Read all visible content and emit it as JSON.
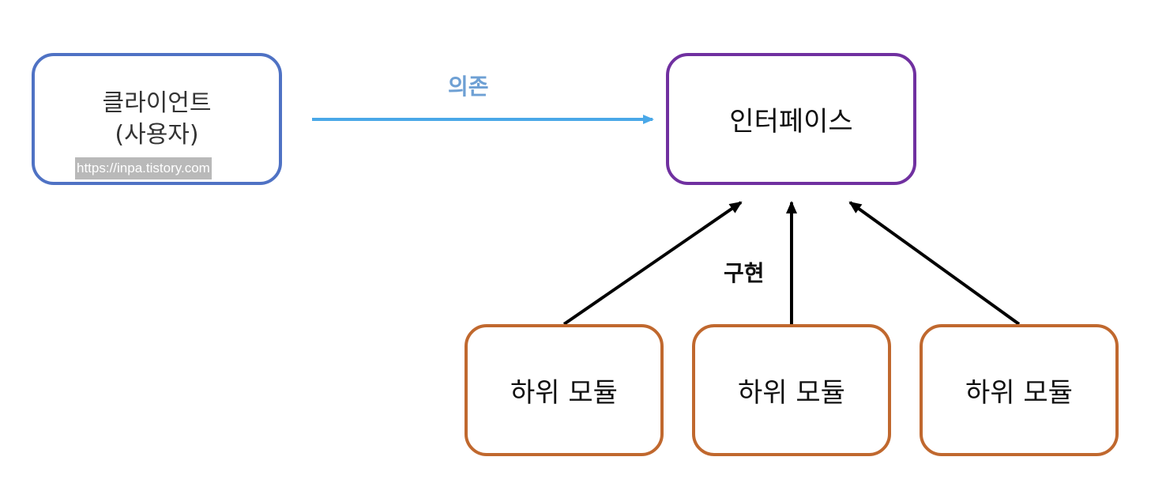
{
  "nodes": {
    "client": {
      "line1": "클라이언트",
      "line2": "(사용자)"
    },
    "interface": {
      "label": "인터페이스"
    },
    "modules": [
      {
        "label": "하위 모듈"
      },
      {
        "label": "하위 모듈"
      },
      {
        "label": "하위 모듈"
      }
    ]
  },
  "edges": {
    "depend_label": "의존",
    "implement_label": "구현"
  },
  "watermark": "https://inpa.tistory.com",
  "colors": {
    "client_border": "#4f72c4",
    "interface_border": "#7030a0",
    "module_border": "#c0682e",
    "depend_arrow": "#4aa8e8",
    "depend_label": "#6ea0d4",
    "implement_arrow": "#000000"
  }
}
